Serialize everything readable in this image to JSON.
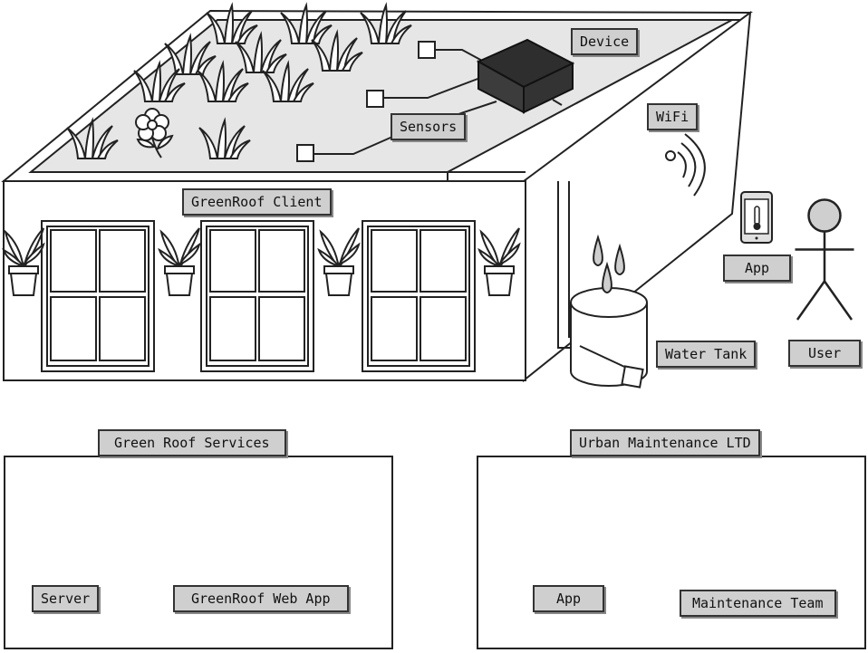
{
  "labels": {
    "device": "Device",
    "sensors": "Sensors",
    "wifi": "WiFi",
    "client": "GreenRoof Client",
    "app_top": "App",
    "user": "User",
    "water_tank": "Water Tank"
  },
  "green_roof_services": {
    "title": "Green Roof Services",
    "server": "Server",
    "web_app": "GreenRoof Web App"
  },
  "urban_maintenance": {
    "title": "Urban Maintenance LTD",
    "app": "App",
    "team": "Maintenance Team"
  }
}
